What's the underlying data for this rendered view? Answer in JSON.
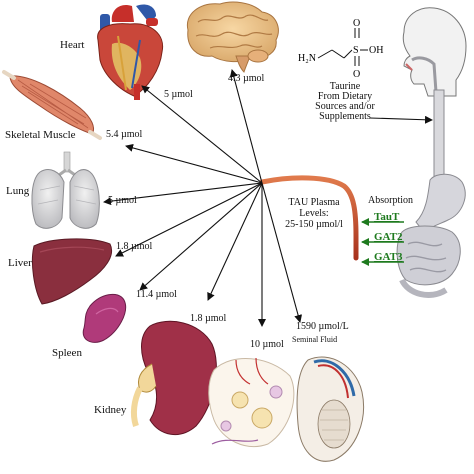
{
  "organs": {
    "heart": {
      "name": "Heart",
      "value": "5 µmol"
    },
    "brain": {
      "value": "4.3 µmol"
    },
    "skeletal_muscle": {
      "name": "Skeletal Muscle",
      "value": "5.4 µmol"
    },
    "lung": {
      "name": "Lung",
      "value": "5 µmol"
    },
    "liver": {
      "name": "Liver",
      "value": "1.8 µmol"
    },
    "spleen": {
      "name": "Spleen",
      "value": "11.4 µmol"
    },
    "kidney": {
      "name": "Kidney",
      "value": "1.8 µmol"
    },
    "ovary": {
      "value": "10 µmol"
    },
    "testis": {
      "value": "1590 µmol/L",
      "sub": "Seminal Fluid"
    }
  },
  "plasma": {
    "line1": "TAU Plasma",
    "line2": "Levels:",
    "line3": "25-150 µmol/l"
  },
  "taurine": {
    "h2n": "H₂N",
    "s": "S",
    "o_top": "O",
    "o_bottom": "O",
    "oh": "OH",
    "caption_1": "Taurine",
    "caption_2": "From Dietary",
    "caption_3": "Sources and/or",
    "caption_4": "Supplements"
  },
  "absorption": {
    "label": "Absorption",
    "transporters": [
      "TauT",
      "GAT2",
      "GAT3"
    ]
  },
  "colors": {
    "arrow": "#111111",
    "vessel": "#c9532f",
    "transporter_text": "#1e7a1e",
    "liver": "#8a2f3e",
    "spleen": "#b03a7a",
    "kidney": "#a03048"
  }
}
